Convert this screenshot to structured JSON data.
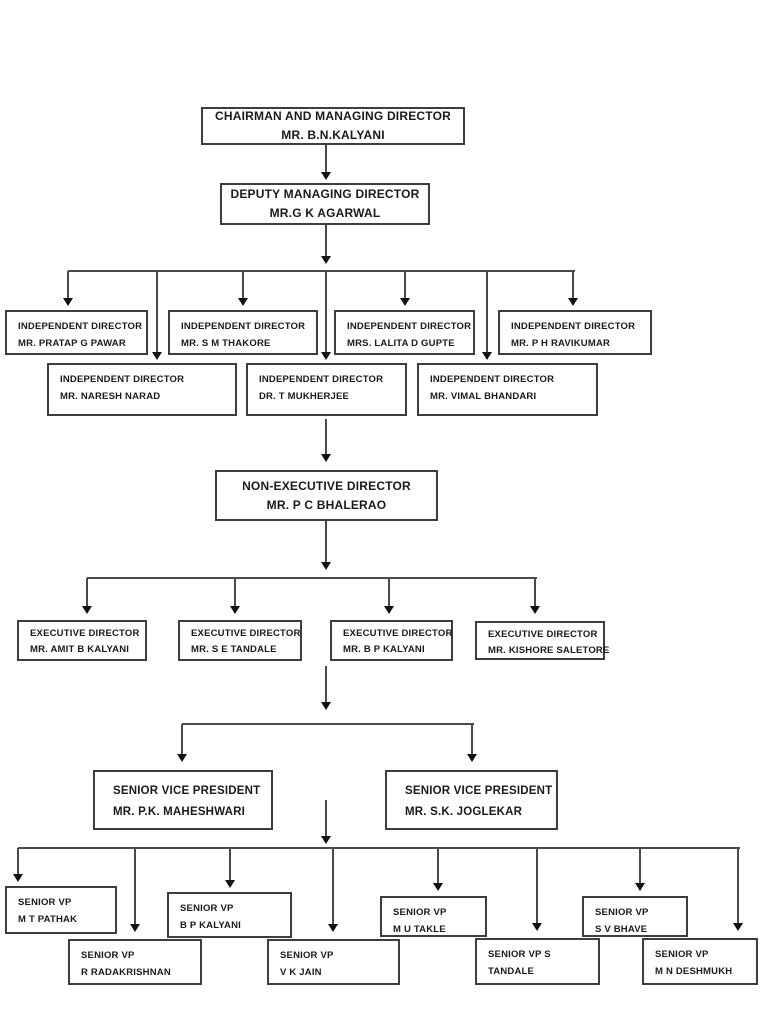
{
  "colors": {
    "background": "#ffffff",
    "box_border": "#3d3d3d",
    "connector_line": "#4a4a4a",
    "text": "#1a1a1a"
  },
  "nodes": {
    "chairman": {
      "title": "CHAIRMAN AND MANAGING DIRECTOR",
      "name": "MR. B.N.KALYANI"
    },
    "deputy_md": {
      "title": "DEPUTY MANAGING DIRECTOR",
      "name": "MR.G K AGARWAL"
    },
    "ind_pawar": {
      "title": "INDEPENDENT DIRECTOR",
      "name": "MR. PRATAP G PAWAR"
    },
    "ind_thakore": {
      "title": "INDEPENDENT DIRECTOR",
      "name": "MR. S M THAKORE"
    },
    "ind_gupte": {
      "title": "INDEPENDENT DIRECTOR",
      "name": "MRS. LALITA D GUPTE"
    },
    "ind_ravikumar": {
      "title": "INDEPENDENT DIRECTOR",
      "name": "MR. P H RAVIKUMAR"
    },
    "ind_narad": {
      "title": "INDEPENDENT DIRECTOR",
      "name": "MR. NARESH NARAD"
    },
    "ind_mukherjee": {
      "title": "INDEPENDENT DIRECTOR",
      "name": "DR. T MUKHERJEE"
    },
    "ind_bhandari": {
      "title": "INDEPENDENT DIRECTOR",
      "name": "MR. VIMAL BHANDARI"
    },
    "non_exec": {
      "title": "NON-EXECUTIVE DIRECTOR",
      "name": "MR. P C BHALERAO"
    },
    "exec_amit_kalyani": {
      "title": "EXECUTIVE DIRECTOR",
      "name": "MR. AMIT B KALYANI"
    },
    "exec_tandale": {
      "title": "EXECUTIVE DIRECTOR",
      "name": "MR. S E TANDALE"
    },
    "exec_bp_kalyani": {
      "title": "EXECUTIVE DIRECTOR",
      "name": "MR. B P KALYANI"
    },
    "exec_saletore": {
      "title": "EXECUTIVE DIRECTOR",
      "name": "MR. KISHORE SALETORE"
    },
    "svp_maheshwari": {
      "title": "SENIOR VICE PRESIDENT",
      "name": "MR. P.K. MAHESHWARI"
    },
    "svp_joglekar": {
      "title": "SENIOR VICE PRESIDENT",
      "name": "MR. S.K. JOGLEKAR"
    },
    "vp_pathak": {
      "title": "SENIOR VP",
      "name": "M T PATHAK"
    },
    "vp_bp_kalyani": {
      "title": "SENIOR VP",
      "name": "B P KALYANI"
    },
    "vp_takle": {
      "title": "SENIOR VP",
      "name": "M U TAKLE"
    },
    "vp_bhave": {
      "title": "SENIOR VP",
      "name": "S V BHAVE"
    },
    "vp_radakrishnan": {
      "title": "SENIOR VP",
      "name": "R RADAKRISHNAN"
    },
    "vp_jain": {
      "title": "SENIOR VP",
      "name": "V K JAIN"
    },
    "vp_tandale": {
      "title": "SENIOR VP S",
      "name": "TANDALE"
    },
    "vp_deshmukh": {
      "title": "SENIOR VP",
      "name": "M N DESHMUKH"
    }
  }
}
